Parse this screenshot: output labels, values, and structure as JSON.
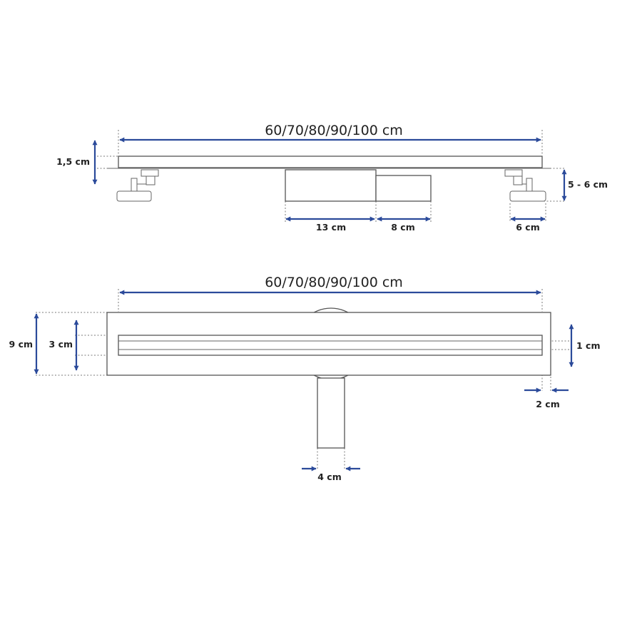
{
  "colors": {
    "dimension_arrow": "#2b4a9a",
    "outline": "#555555",
    "text": "#222222"
  },
  "side_view": {
    "length_label": "60/70/80/90/100 cm",
    "thickness_label": "1,5 cm",
    "height_label": "5 - 6 cm",
    "box_width_label": "13 cm",
    "outlet_width_label": "8 cm",
    "foot_width_label": "6 cm"
  },
  "top_view": {
    "length_label": "60/70/80/90/100 cm",
    "total_width_label": "9 cm",
    "grate_width_label": "3 cm",
    "slot_label": "1 cm",
    "end_offset_label": "2 cm",
    "pipe_width_label": "4 cm"
  }
}
